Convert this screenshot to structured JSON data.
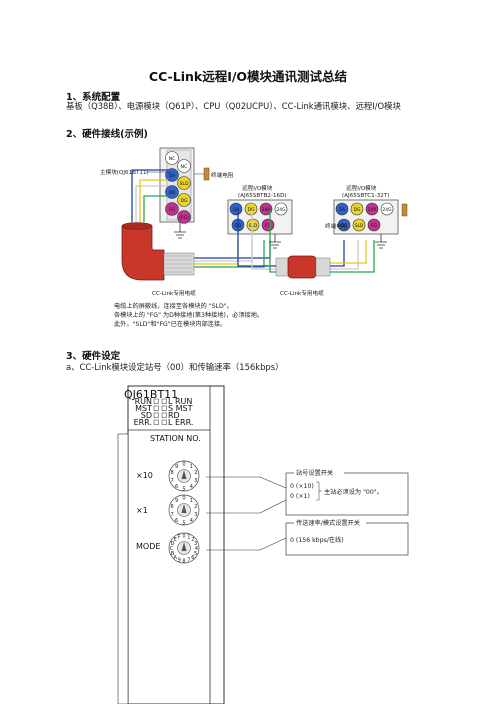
{
  "doc": {
    "title": "CC-Link远程I/O模块通讯测试总结",
    "s1_heading": "1、系统配置",
    "s1_text": "基板（Q38B）、电源模块（Q61P）、CPU（Q02UCPU）、CC-Link通讯模块、远程I/O模块",
    "s2_heading": "2、硬件接线(示例)",
    "s3_heading": "3、硬件设定",
    "s3a_text": "a、CC-Link模块设定站号（00）和传输速率（156kbps）"
  },
  "wiring": {
    "master_label": "主模块(QJ61BT11)",
    "terminator_label_1": "终端电阻",
    "terminator_label_2": "终端电阻",
    "remote1_label_1": "远程I/O模块",
    "remote1_label_2": "(AJ65SBTB2-16D)",
    "remote2_label_1": "远程I/O模块",
    "remote2_label_2": "(AJ65SBTC1-32T)",
    "cable_label_1": "CC-Link专用电缆",
    "cable_label_2": "CC-Link专用电缆",
    "master_terminals": [
      "NC",
      "NC",
      "DA",
      "SLD",
      "DB",
      "DG",
      "FG",
      "(FG)"
    ],
    "remote_terminals_top": [
      "DA",
      "DG",
      "24V",
      "24G"
    ],
    "remote_terminals_bottom": [
      "DB",
      "SLD",
      "FG"
    ],
    "notes": [
      "电缆上的屏蔽线，连接至各模块的 \"SLD\"。",
      "各模块上的 \"FG\" 为D种接地(第3种接地)，必须接地。",
      "此外，\"SLD\"和\"FG\"已在模块内部连接。"
    ]
  },
  "panel": {
    "model": "QJ61BT11",
    "led_rows": [
      {
        "left": "RUN",
        "right": "L RUN"
      },
      {
        "left": "MST",
        "right": "S MST"
      },
      {
        "left": "SD",
        "right": "RD"
      },
      {
        "left": "ERR.",
        "right": "L ERR."
      }
    ],
    "station_label": "STATION NO.",
    "x10_label": "×10",
    "x1_label": "×1",
    "mode_label": "MODE",
    "dial_x10_digits": [
      "0",
      "1",
      "2",
      "3",
      "4",
      "5",
      "6",
      "7",
      "8",
      "9"
    ],
    "dial_mode_digits": "0123456789ABCDEF"
  },
  "callouts": {
    "station_title": "站号设置开关",
    "station_line1": "0 (×10)",
    "station_line2": "0 (×1)",
    "station_note": "主站必须设为 \"00\"。",
    "speed_title": "传送速率/模式设置开关",
    "speed_line": "0 (156 kbps/在线)"
  },
  "colors": {
    "green": "#3bb54a",
    "blue": "#2f63c8",
    "yellow": "#e9d52c",
    "magenta": "#c0338f",
    "cable_red": "#c8372a",
    "wire_blue": "#1f3fa8",
    "wire_white": "#c9c9c9",
    "wire_yellow": "#e4c919",
    "wire_green": "#2ea54a"
  }
}
